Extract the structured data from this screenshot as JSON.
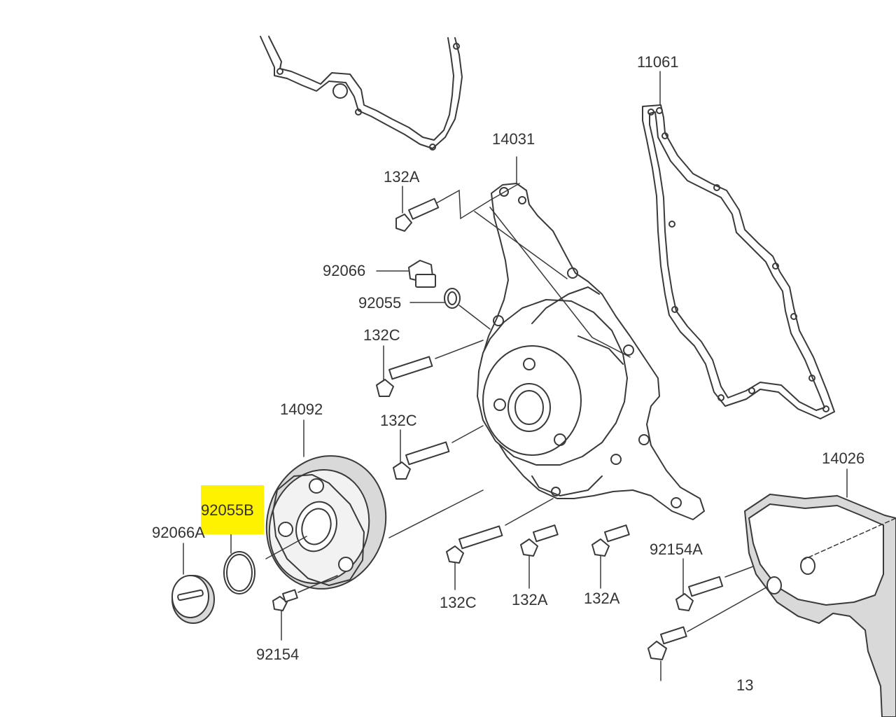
{
  "highlight_color": "#fff200",
  "line_color": "#3a3a3a",
  "labels": {
    "p11061": "11061",
    "p14031": "14031",
    "p132A_top": "132A",
    "p92066": "92066",
    "p92055": "92055",
    "p132C_1": "132C",
    "p132C_2": "132C",
    "p14092": "14092",
    "p92055B": "92055B",
    "p92066A": "92066A",
    "p92154": "92154",
    "p132C_3": "132C",
    "p132A_2": "132A",
    "p132A_3": "132A",
    "p92154A": "92154A",
    "p14026": "14026",
    "p13x_partial": "13"
  }
}
